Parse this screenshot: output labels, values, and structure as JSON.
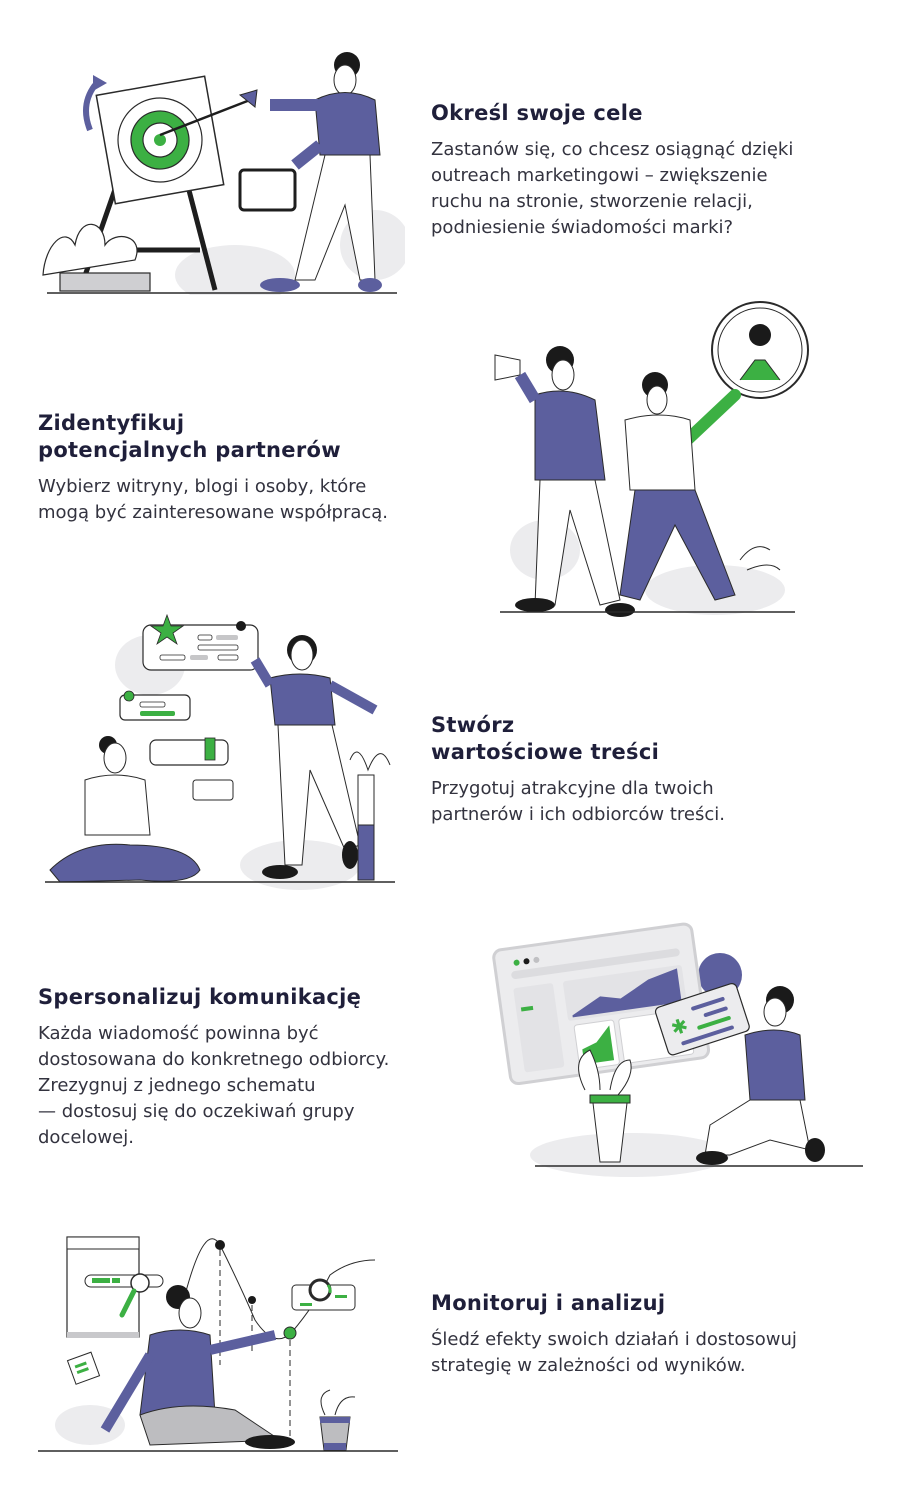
{
  "colors": {
    "heading": "#1f1f3a",
    "body": "#33333f",
    "purple": "#5c5f9e",
    "green": "#3cb043",
    "light_gray": "#ececee",
    "line": "#2a2a2a"
  },
  "steps": [
    {
      "title": "Określ swoje cele",
      "body_lines": [
        "Zastanów się, co chcesz osiągnąć dzięki",
        "outreach marketingowi – zwiększenie",
        "ruchu na stronie, stworzenie relacji,",
        "podniesienie świadomości marki?"
      ],
      "illustration": "target-archery-illustration"
    },
    {
      "title_lines": [
        "Zidentyfikuj",
        "potencjalnych partnerów"
      ],
      "body_lines": [
        "Wybierz witryny, blogi i osoby, które",
        "mogą być zainteresowane współpracą."
      ],
      "illustration": "magnifier-megaphone-illustration"
    },
    {
      "title_lines": [
        "Stwórz",
        "wartościowe treści"
      ],
      "body_lines": [
        "Przygotuj atrakcyjne dla twoich",
        "partnerów i ich odbiorców treści."
      ],
      "illustration": "content-cards-illustration"
    },
    {
      "title": "Spersonalizuj komunikację",
      "body_lines": [
        "Każda wiadomość powinna być",
        "dostosowana do konkretnego odbiorcy.",
        "Zrezygnuj z jednego schematu",
        "— dostosuj się do oczekiwań grupy",
        "docelowej."
      ],
      "illustration": "dashboard-puzzle-illustration"
    },
    {
      "title": "Monitoruj i analizuj",
      "body_lines": [
        "Śledź efekty swoich działań i dostosowuj",
        "strategię w zależności od wyników."
      ],
      "illustration": "analytics-curve-illustration"
    }
  ]
}
